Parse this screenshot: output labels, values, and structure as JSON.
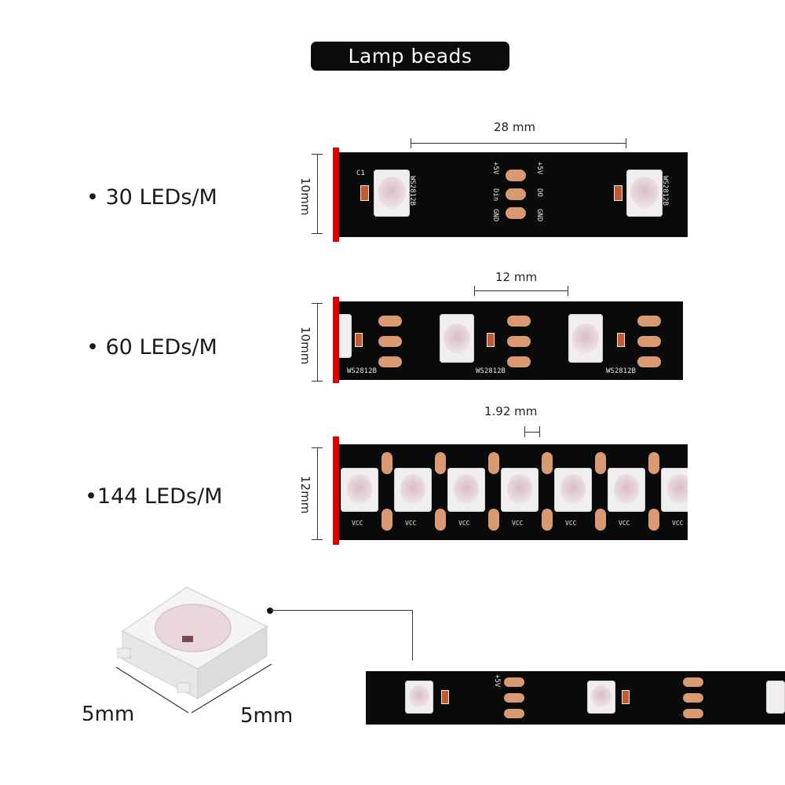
{
  "header": {
    "title": "Lamp beads"
  },
  "rows": [
    {
      "label": "• 30 LEDs/M",
      "width_dim": "10mm",
      "pitch_dim": "28 mm"
    },
    {
      "label": "• 60 LEDs/M",
      "width_dim": "10mm",
      "pitch_dim": "12 mm"
    },
    {
      "label": "•144 LEDs/M",
      "width_dim": "12mm",
      "pitch_dim": "1.92 mm"
    }
  ],
  "silkscreen": {
    "chip": "WS2812B",
    "cap": "C1",
    "pins_a": [
      "+5V",
      "DO",
      "GND"
    ],
    "pins_b": [
      "+5V",
      "Din",
      "GND"
    ],
    "vcc": "VCC"
  },
  "chip_detail": {
    "dim_left": "5mm",
    "dim_right": "5mm"
  },
  "colors": {
    "strip": "#0a0a0a",
    "copper_pad": "#d99a72",
    "end_cap": "#e10000",
    "title_bg": "#0b0b0b"
  }
}
